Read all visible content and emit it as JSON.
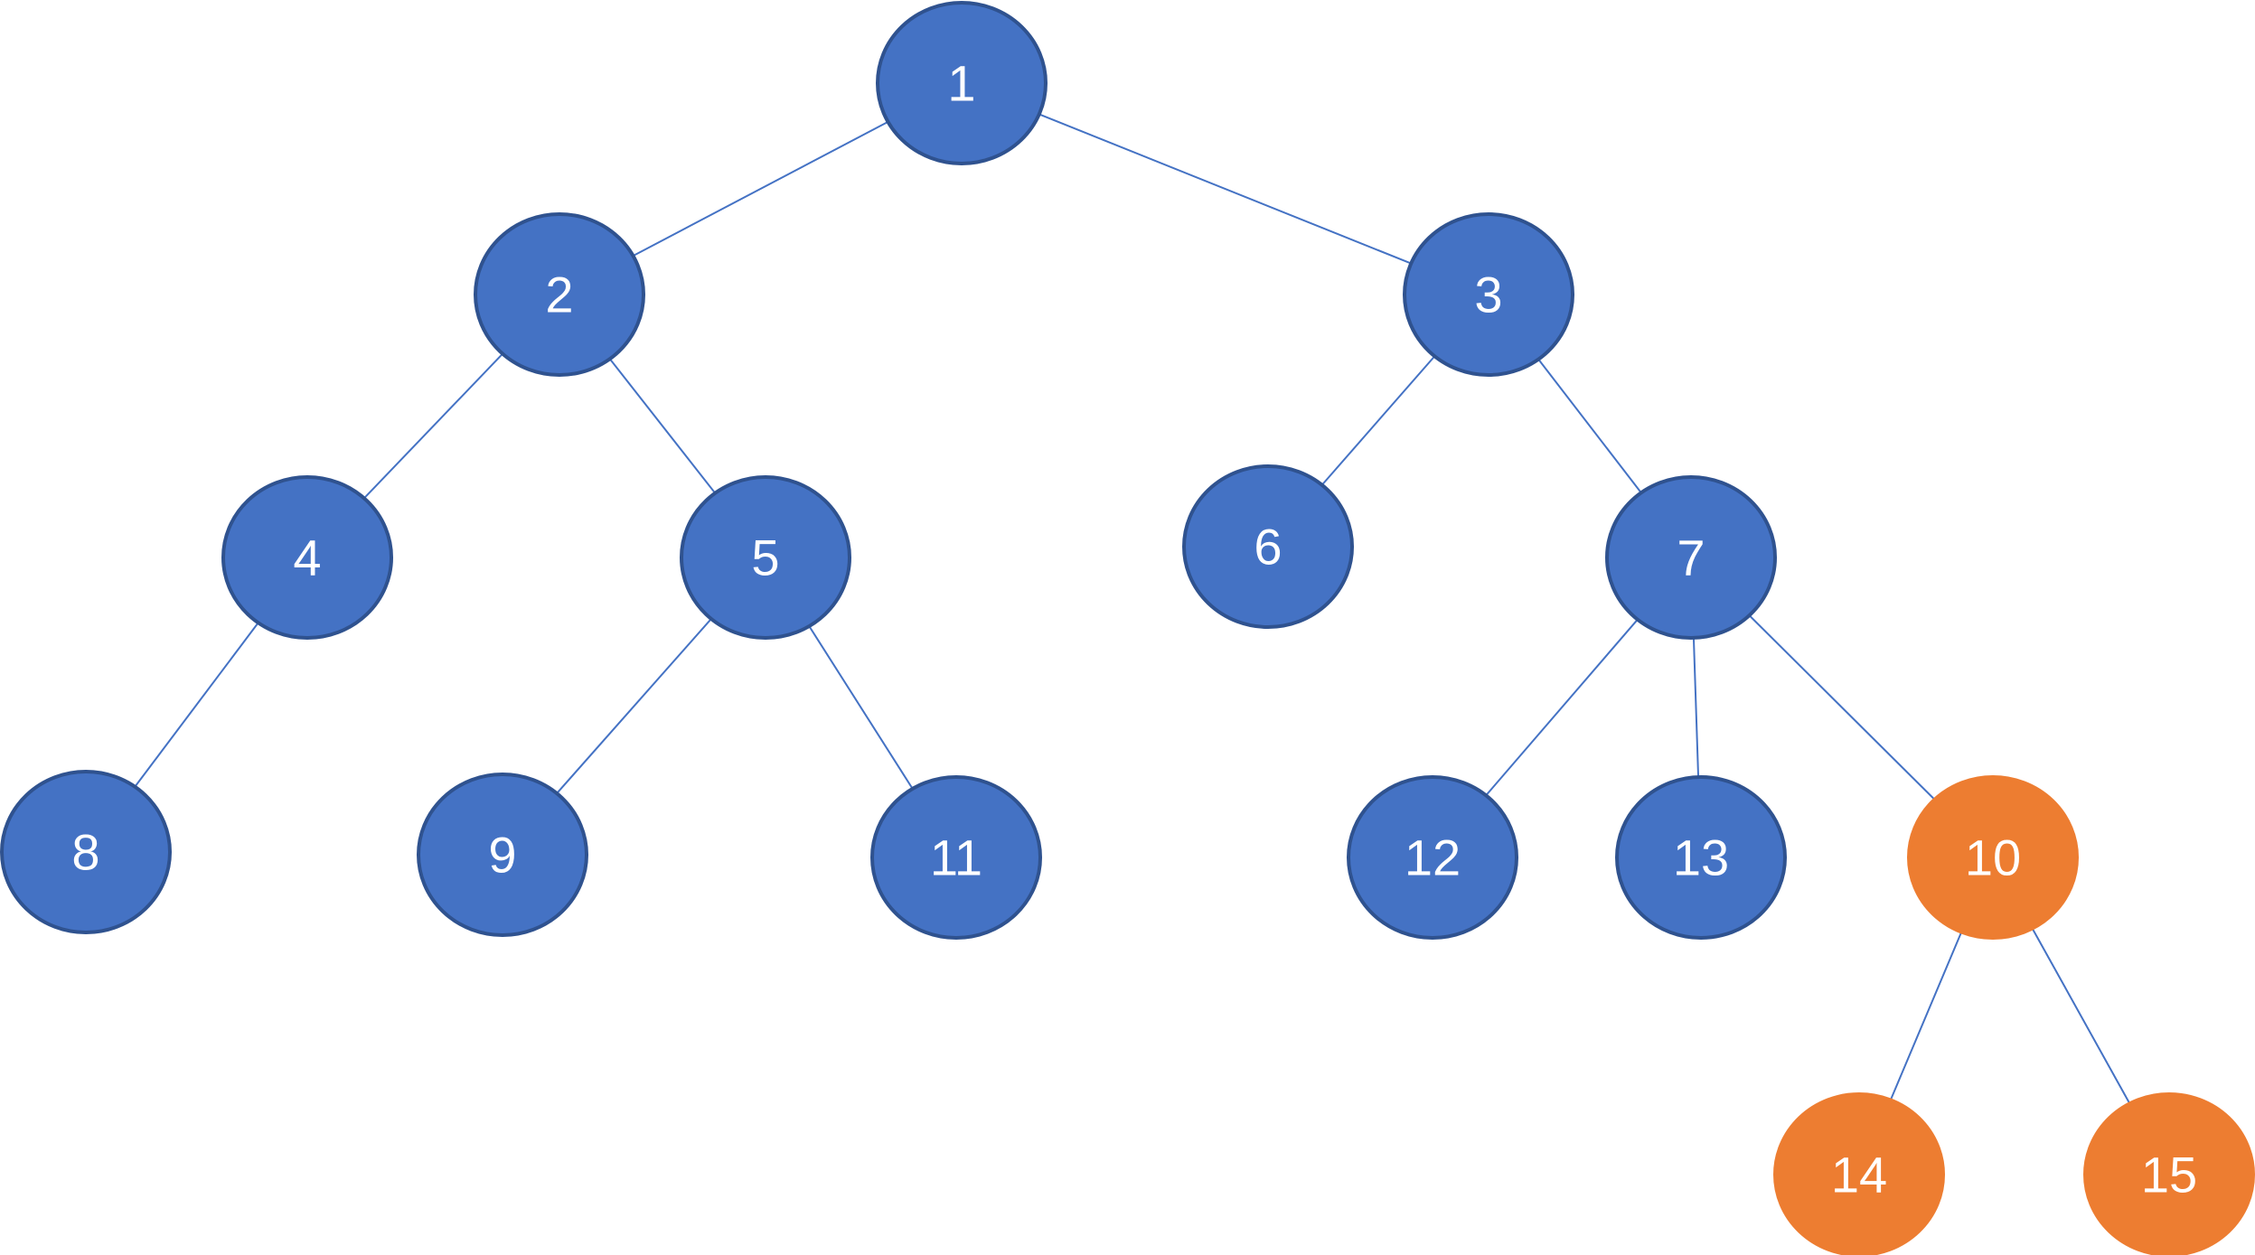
{
  "colors": {
    "blue_fill": "#4472c4",
    "blue_stroke": "#2f528f",
    "orange_fill": "#ed7d31",
    "orange_stroke": "#ed7d31",
    "edge": "#4472c4",
    "label": "#ffffff"
  },
  "nodes": [
    {
      "id": "1",
      "label": "1",
      "color": "blue"
    },
    {
      "id": "2",
      "label": "2",
      "color": "blue"
    },
    {
      "id": "3",
      "label": "3",
      "color": "blue"
    },
    {
      "id": "4",
      "label": "4",
      "color": "blue"
    },
    {
      "id": "5",
      "label": "5",
      "color": "blue"
    },
    {
      "id": "6",
      "label": "6",
      "color": "blue"
    },
    {
      "id": "7",
      "label": "7",
      "color": "blue"
    },
    {
      "id": "8",
      "label": "8",
      "color": "blue"
    },
    {
      "id": "9",
      "label": "9",
      "color": "blue"
    },
    {
      "id": "11",
      "label": "11",
      "color": "blue"
    },
    {
      "id": "12",
      "label": "12",
      "color": "blue"
    },
    {
      "id": "13",
      "label": "13",
      "color": "blue"
    },
    {
      "id": "10",
      "label": "10",
      "color": "orange"
    },
    {
      "id": "14",
      "label": "14",
      "color": "orange"
    },
    {
      "id": "15",
      "label": "15",
      "color": "orange"
    }
  ],
  "edges": [
    {
      "from": "1",
      "to": "2"
    },
    {
      "from": "1",
      "to": "3"
    },
    {
      "from": "2",
      "to": "4"
    },
    {
      "from": "2",
      "to": "5"
    },
    {
      "from": "3",
      "to": "6"
    },
    {
      "from": "3",
      "to": "7"
    },
    {
      "from": "4",
      "to": "8"
    },
    {
      "from": "5",
      "to": "9"
    },
    {
      "from": "5",
      "to": "11"
    },
    {
      "from": "7",
      "to": "12"
    },
    {
      "from": "7",
      "to": "13"
    },
    {
      "from": "7",
      "to": "10"
    },
    {
      "from": "10",
      "to": "14"
    },
    {
      "from": "10",
      "to": "15"
    }
  ]
}
